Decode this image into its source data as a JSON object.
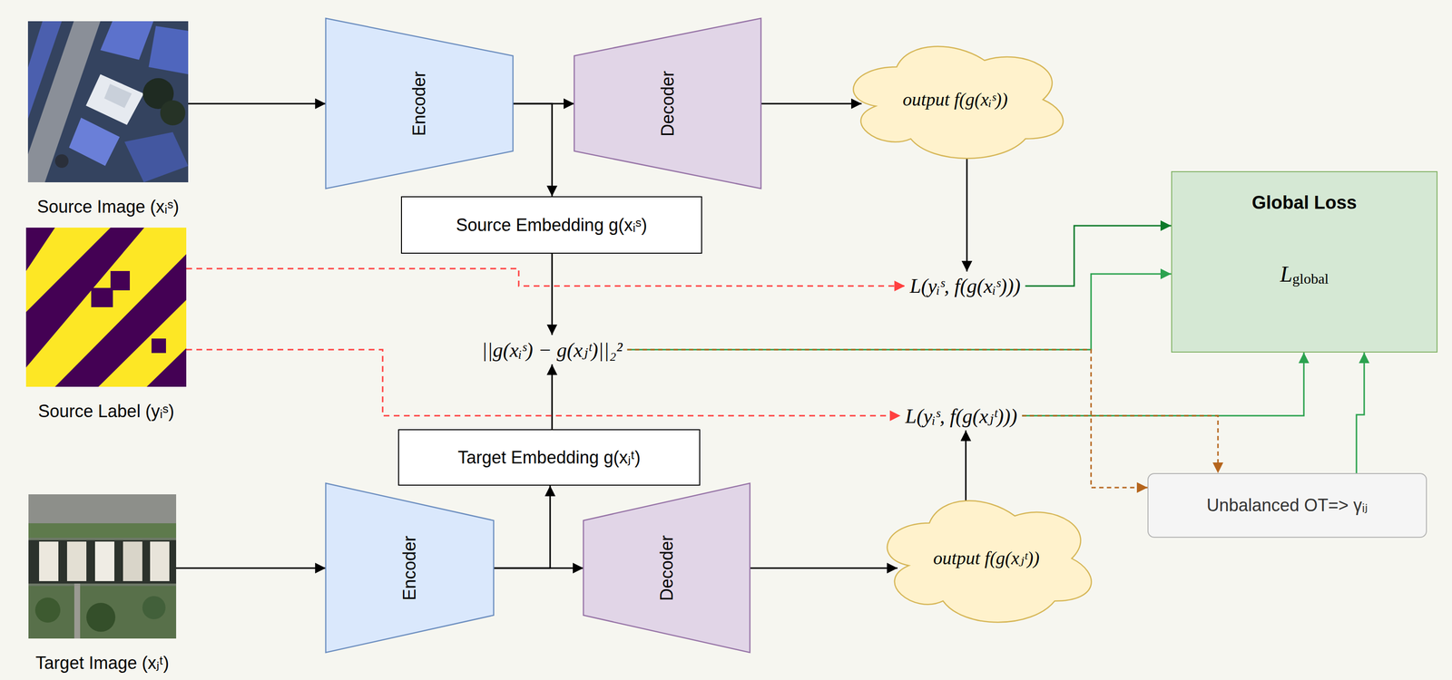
{
  "diagram": {
    "nodes": [
      {
        "text": [
          "Source Image (xᵢˢ)"
        ]
      },
      {
        "text": [
          "Encoder"
        ]
      },
      {
        "text": [
          "Decoder"
        ]
      },
      {
        "text": [
          "output f(g(xᵢˢ))"
        ]
      },
      {
        "text": [
          "Source Label (yᵢˢ)"
        ]
      },
      {
        "text": [
          "Source Embedding g(xᵢˢ)"
        ]
      },
      {
        "text": [
          "L(yᵢˢ, f(g(xᵢˢ)))"
        ]
      },
      {
        "text": [
          "Global Loss",
          "L",
          "global"
        ]
      },
      {
        "text": [
          "||g(xᵢˢ) − g(xⱼᵗ)||₂²"
        ]
      },
      {
        "text": [
          "L(yᵢˢ, f(g(xⱼᵗ)))"
        ]
      },
      {
        "text": [
          "Target Embedding g(xⱼᵗ)"
        ]
      },
      {
        "text": [
          "Unbalanced OT=> γᵢⱼ"
        ]
      },
      {
        "text": [
          "Target Image (xⱼᵗ)"
        ]
      },
      {
        "text": [
          "Encoder"
        ]
      },
      {
        "text": [
          "Decoder"
        ]
      },
      {
        "text": [
          "output f(g(xⱼᵗ))"
        ]
      }
    ],
    "edges": [
      {
        "from": 0,
        "to": 1,
        "arrow": "to"
      },
      {
        "from": 1,
        "to": 2,
        "arrow": "to"
      },
      {
        "from": 1,
        "to": 5,
        "arrow": "to"
      },
      {
        "from": 2,
        "to": 3,
        "arrow": "to"
      },
      {
        "from": 5,
        "to": 8,
        "arrow": "to"
      },
      {
        "from": 10,
        "to": 8,
        "arrow": "to"
      },
      {
        "from": 12,
        "to": 13,
        "arrow": "to"
      },
      {
        "from": 13,
        "to": 14,
        "arrow": "to"
      },
      {
        "from": 13,
        "to": 10,
        "arrow": "to"
      },
      {
        "from": 14,
        "to": 15,
        "arrow": "to"
      },
      {
        "from": 3,
        "to": 6,
        "arrow": "to"
      },
      {
        "from": 15,
        "to": 9,
        "arrow": "to"
      },
      {
        "from": 4,
        "to": 6,
        "arrow": "to"
      },
      {
        "from": 4,
        "to": 9,
        "arrow": "to"
      },
      {
        "from": 6,
        "to": 7,
        "arrow": "to"
      },
      {
        "from": 8,
        "to": 7,
        "arrow": "to"
      },
      {
        "from": 8,
        "to": 11,
        "arrow": "to"
      },
      {
        "from": 9,
        "to": 7,
        "arrow": "to"
      },
      {
        "from": 9,
        "to": 11,
        "arrow": "to"
      },
      {
        "from": 11,
        "to": 7,
        "arrow": "to"
      }
    ]
  }
}
